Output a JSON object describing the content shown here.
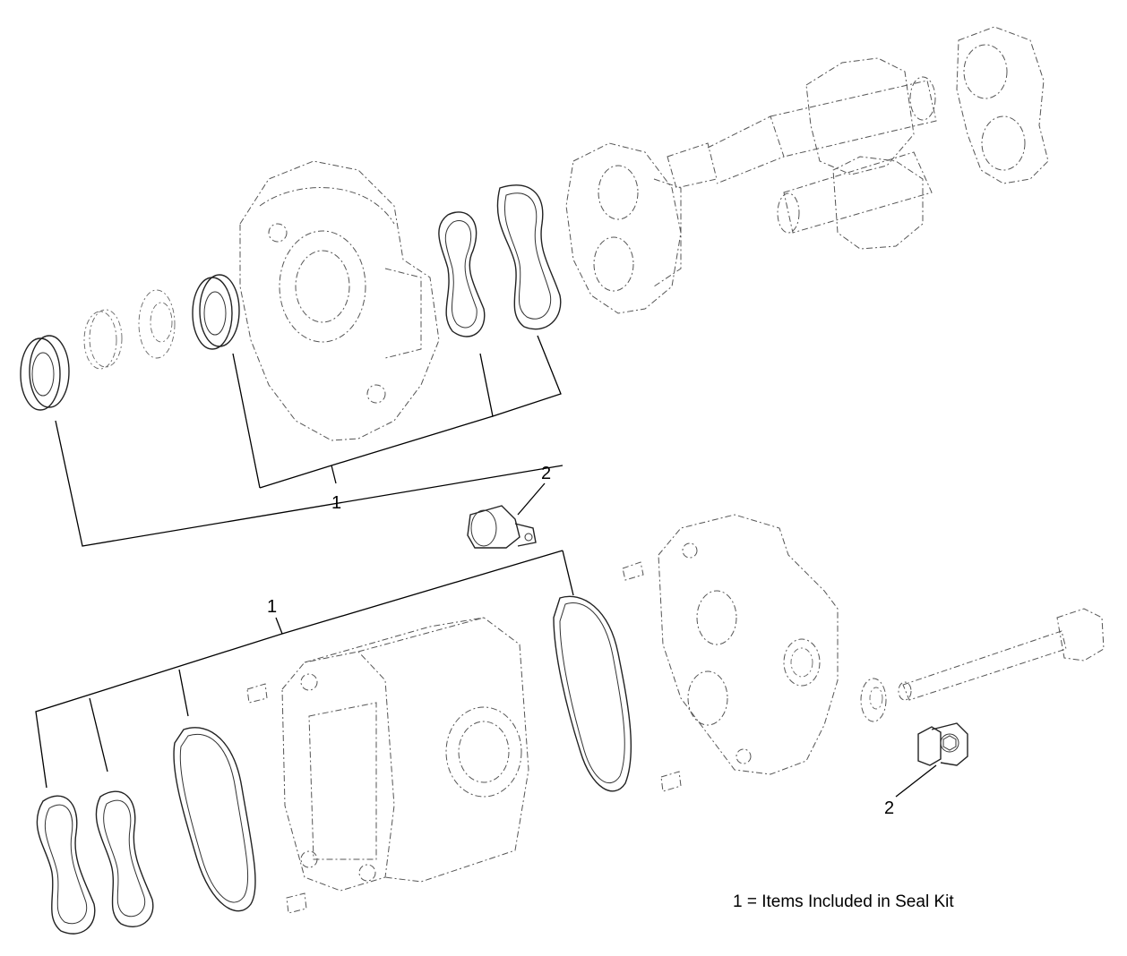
{
  "callouts": {
    "seal_kit_upper": "1",
    "seal_kit_lower": "1",
    "relief_valve_upper": "2",
    "relief_valve_lower": "2"
  },
  "legend": {
    "text": "1 = Items Included in Seal Kit"
  }
}
